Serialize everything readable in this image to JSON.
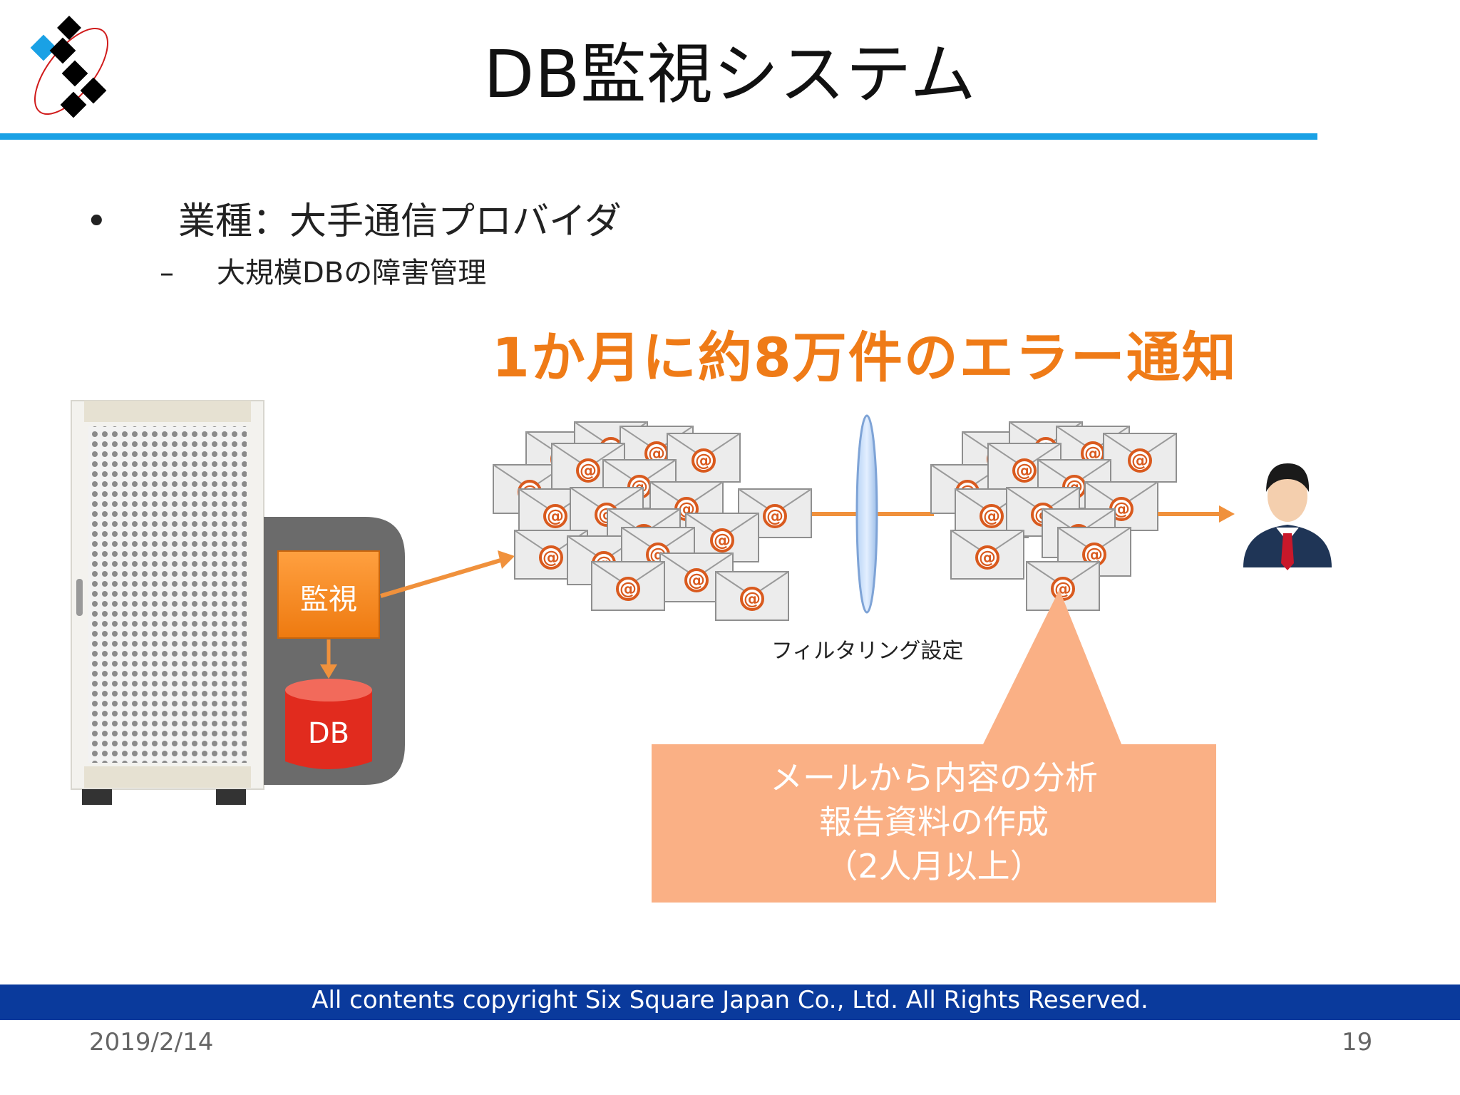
{
  "slide": {
    "title": "DB監視システム",
    "bullets": [
      {
        "marker": "•",
        "text": "業種：大手通信プロバイダ"
      },
      {
        "marker": "–",
        "text": "大規模DBの障害管理"
      }
    ],
    "headline": "1か月に約8万件のエラー通知"
  },
  "diagram": {
    "monitor_label": "監視",
    "db_label": "DB",
    "filter_label": "フィルタリング設定",
    "callout_lines": [
      "メールから内容の分析",
      "報告資料の作成",
      "（2人月以上）"
    ],
    "icons": [
      "server-tower-icon",
      "email-envelope-icon",
      "filter-lens-icon",
      "person-icon"
    ]
  },
  "colors": {
    "accent_blue": "#1aa1e5",
    "headline_orange": "#ef7b17",
    "callout_orange": "#fab085",
    "footer_navy": "#0a3a9c",
    "panel_gray": "#6b6b6b"
  },
  "footer": {
    "copyright": "All contents copyright Six Square Japan Co., Ltd. All Rights Reserved.",
    "date": "2019/2/14",
    "page": "19"
  }
}
